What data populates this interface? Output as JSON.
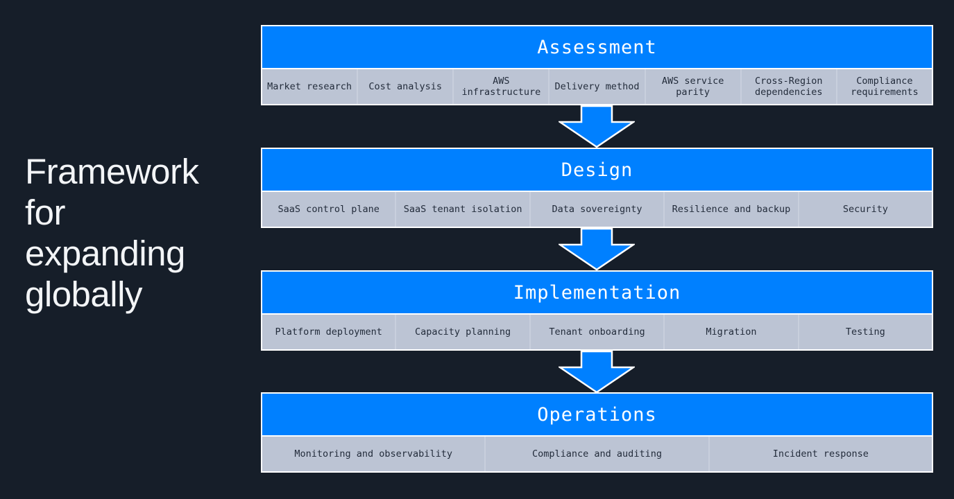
{
  "page": {
    "background_color": "#161e29",
    "accent_color": "#0080ff",
    "subcell_color": "#bcc4d4",
    "outline_color": "#ffffff",
    "title": "Framework\nfor\nexpanding\nglobally"
  },
  "diagram": {
    "type": "vertical-flow",
    "arrow_icon_name": "down-arrow-icon",
    "stages": [
      {
        "id": "assessment",
        "title": "Assessment",
        "items": [
          "Market research",
          "Cost analysis",
          "AWS\ninfrastructure",
          "Delivery method",
          "AWS service\nparity",
          "Cross-Region\ndependencies",
          "Compliance\nrequirements"
        ]
      },
      {
        "id": "design",
        "title": "Design",
        "items": [
          "SaaS control plane",
          "SaaS tenant isolation",
          "Data sovereignty",
          "Resilience and backup",
          "Security"
        ]
      },
      {
        "id": "implementation",
        "title": "Implementation",
        "items": [
          "Platform deployment",
          "Capacity planning",
          "Tenant onboarding",
          "Migration",
          "Testing"
        ]
      },
      {
        "id": "operations",
        "title": "Operations",
        "items": [
          "Monitoring and observability",
          "Compliance and auditing",
          "Incident response"
        ]
      }
    ]
  }
}
